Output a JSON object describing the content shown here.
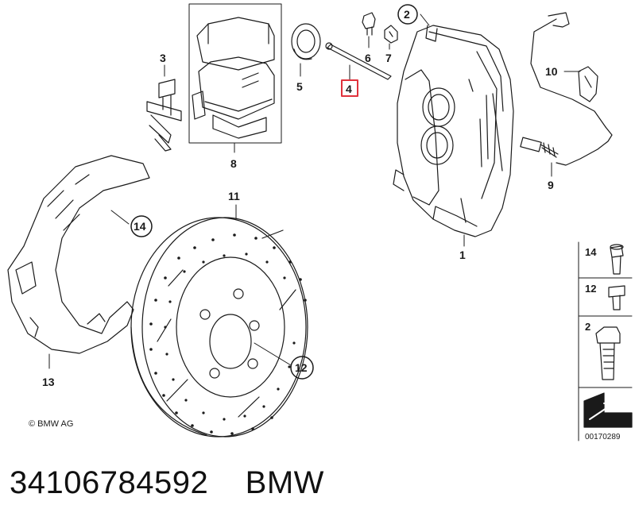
{
  "labels": {
    "p1": "1",
    "p2": "2",
    "p3": "3",
    "p4": "4",
    "p5": "5",
    "p6": "6",
    "p7": "7",
    "p8": "8",
    "p9": "9",
    "p10": "10",
    "p11": "11",
    "p12": "12",
    "p13": "13",
    "p14": "14"
  },
  "legend": {
    "item14": "14",
    "item12": "12",
    "item2": "2"
  },
  "copyright": "© BMW AG",
  "diagram_number": "00170289",
  "caption": {
    "part_number": "34106784592",
    "brand": "BMW"
  },
  "colors": {
    "line": "#1a1a1a",
    "highlight": "#e0323c",
    "shadow": "#555555"
  }
}
